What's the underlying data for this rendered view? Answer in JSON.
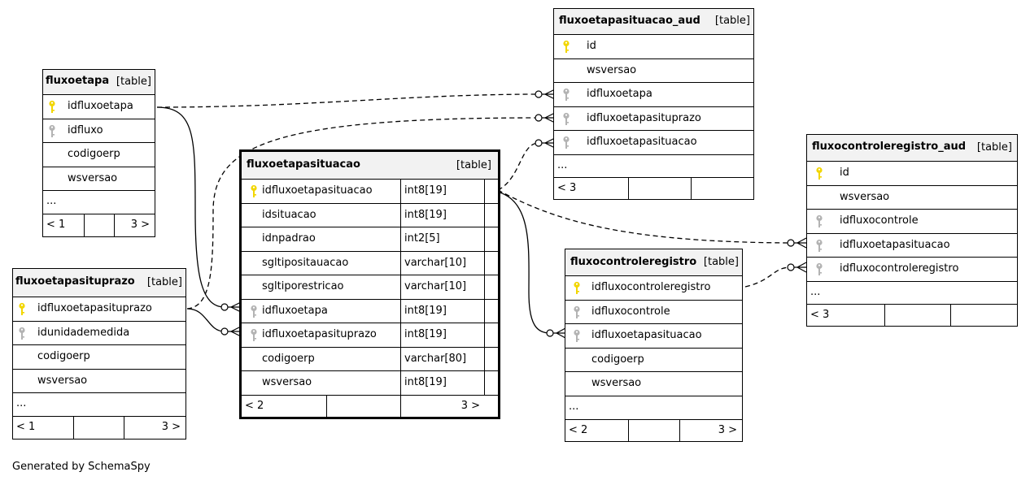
{
  "colors": {
    "primary_key": "#f2d600",
    "foreign_key": "#b3b3b3",
    "header_bg": "#f2f2f2"
  },
  "tables": {
    "fluxoetapa": {
      "name": "fluxoetapa",
      "type": "[table]",
      "columns": [
        {
          "name": "idfluxoetapa",
          "key": "primary-key"
        },
        {
          "name": "idfluxo",
          "key": "foreign-key"
        },
        {
          "name": "codigoerp",
          "key": ""
        },
        {
          "name": "wsversao",
          "key": ""
        }
      ],
      "ellipsis": "...",
      "parents": "< 1",
      "children": "3 >"
    },
    "fluxoetapasituprazo": {
      "name": "fluxoetapasituprazo",
      "type": "[table]",
      "columns": [
        {
          "name": "idfluxoetapasituprazo",
          "key": "primary-key"
        },
        {
          "name": "idunidademedida",
          "key": "foreign-key"
        },
        {
          "name": "codigoerp",
          "key": ""
        },
        {
          "name": "wsversao",
          "key": ""
        }
      ],
      "ellipsis": "...",
      "parents": "< 1",
      "children": "3 >"
    },
    "fluxoetapasituacao": {
      "name": "fluxoetapasituacao",
      "type": "[table]",
      "columns": [
        {
          "name": "idfluxoetapasituacao",
          "key": "primary-key",
          "type": "int8[19]"
        },
        {
          "name": "idsituacao",
          "key": "",
          "type": "int8[19]"
        },
        {
          "name": "idnpadrao",
          "key": "",
          "type": "int2[5]"
        },
        {
          "name": "sgltipositauacao",
          "key": "",
          "type": "varchar[10]"
        },
        {
          "name": "sgltiporestricao",
          "key": "",
          "type": "varchar[10]"
        },
        {
          "name": "idfluxoetapa",
          "key": "foreign-key",
          "type": "int8[19]"
        },
        {
          "name": "idfluxoetapasituprazo",
          "key": "foreign-key",
          "type": "int8[19]"
        },
        {
          "name": "codigoerp",
          "key": "",
          "type": "varchar[80]"
        },
        {
          "name": "wsversao",
          "key": "",
          "type": "int8[19]"
        }
      ],
      "parents": "< 2",
      "children": "3 >"
    },
    "fluxoetapasituacao_aud": {
      "name": "fluxoetapasituacao_aud",
      "type": "[table]",
      "columns": [
        {
          "name": "id",
          "key": "primary-key"
        },
        {
          "name": "wsversao",
          "key": ""
        },
        {
          "name": "idfluxoetapa",
          "key": "foreign-key"
        },
        {
          "name": "idfluxoetapasituprazo",
          "key": "foreign-key"
        },
        {
          "name": "idfluxoetapasituacao",
          "key": "foreign-key"
        }
      ],
      "ellipsis": "...",
      "parents": "< 3",
      "children": ""
    },
    "fluxocontroleregistro": {
      "name": "fluxocontroleregistro",
      "type": "[table]",
      "columns": [
        {
          "name": "idfluxocontroleregistro",
          "key": "primary-key"
        },
        {
          "name": "idfluxocontrole",
          "key": "foreign-key"
        },
        {
          "name": "idfluxoetapasituacao",
          "key": "foreign-key"
        },
        {
          "name": "codigoerp",
          "key": ""
        },
        {
          "name": "wsversao",
          "key": ""
        }
      ],
      "ellipsis": "...",
      "parents": "< 2",
      "children": "3 >"
    },
    "fluxocontroleregistro_aud": {
      "name": "fluxocontroleregistro_aud",
      "type": "[table]",
      "columns": [
        {
          "name": "id",
          "key": "primary-key"
        },
        {
          "name": "wsversao",
          "key": ""
        },
        {
          "name": "idfluxocontrole",
          "key": "foreign-key"
        },
        {
          "name": "idfluxoetapasituacao",
          "key": "foreign-key"
        },
        {
          "name": "idfluxocontroleregistro",
          "key": "foreign-key"
        }
      ],
      "ellipsis": "...",
      "parents": "< 3",
      "children": ""
    }
  },
  "footer": {
    "generated_by": "Generated by SchemaSpy"
  }
}
